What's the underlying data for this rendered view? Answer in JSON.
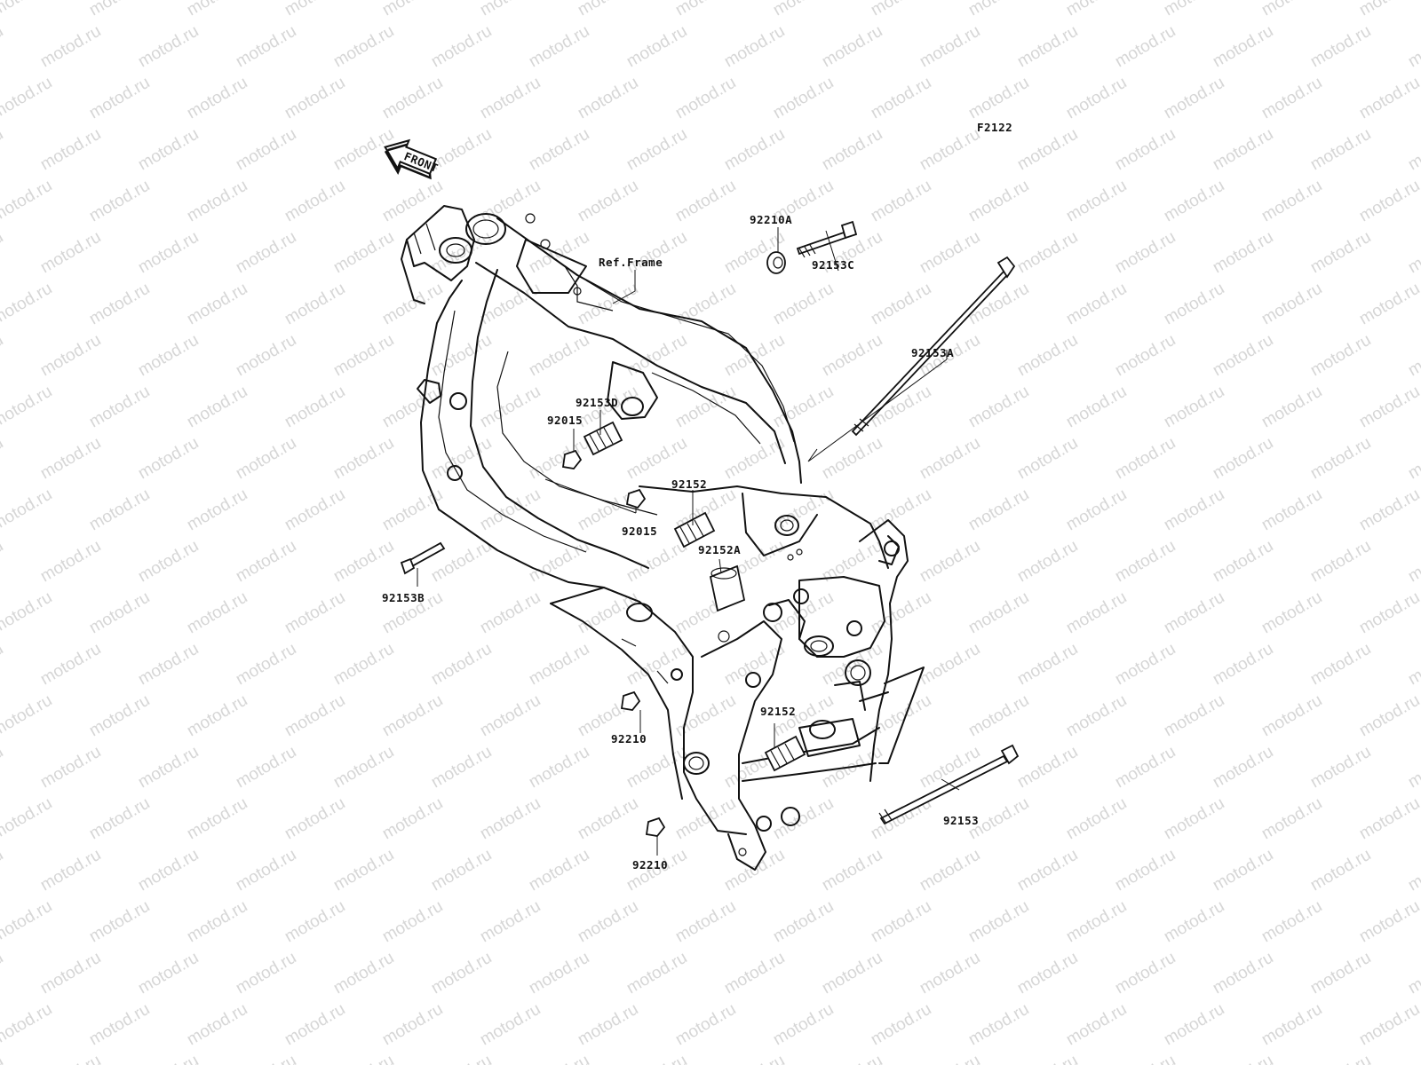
{
  "diagram": {
    "code": "F2122",
    "watermark": "motod.ru",
    "front_label": "FRONT",
    "ref_label": "Ref.Frame",
    "parts": {
      "p92153C": "92153C",
      "p92210A": "92210A",
      "p92153A": "92153A",
      "p92153D": "92153D",
      "p92015_upper": "92015",
      "p92015_lower": "92015",
      "p92152_upper": "92152",
      "p92152A": "92152A",
      "p92153B": "92153B",
      "p92210_upper": "92210",
      "p92152_lower": "92152",
      "p92210_lower": "92210",
      "p92153": "92153"
    }
  }
}
